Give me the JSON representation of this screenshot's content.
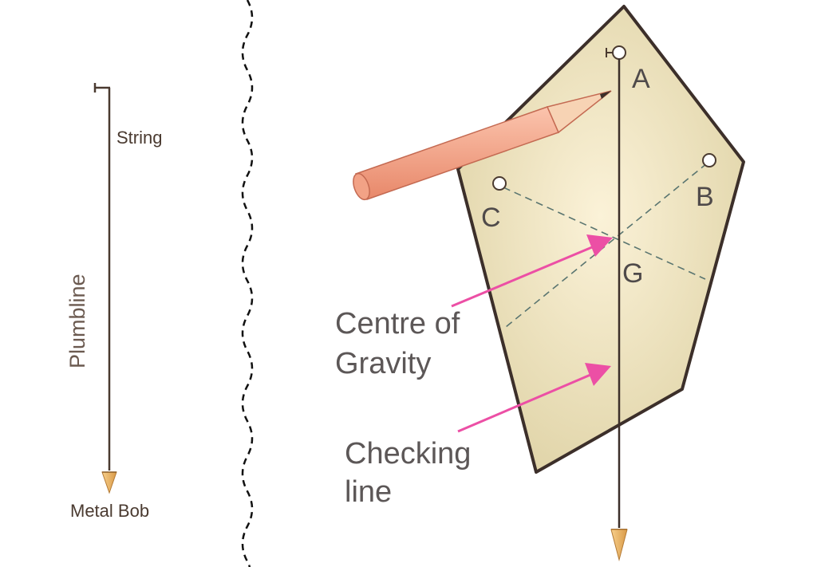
{
  "left_panel": {
    "string_label": "String",
    "plumbline_label": "Plumbline",
    "bob_label": "Metal Bob"
  },
  "points": {
    "a": "A",
    "b": "B",
    "c": "C",
    "g": "G"
  },
  "annotations": {
    "centre_line1": "Centre of",
    "centre_line2": "Gravity",
    "checking_line1": "Checking",
    "checking_line2": "line"
  },
  "colors": {
    "lamina_fill": "#e3d9b1",
    "lamina_stroke": "#3c2f2a",
    "arrow": "#ec4fa5",
    "bob": "#eab468",
    "pencil": "#f1a083"
  }
}
